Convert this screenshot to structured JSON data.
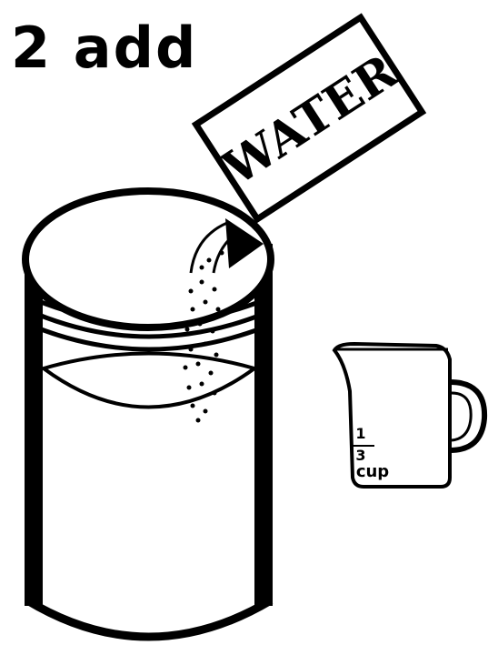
{
  "step_label": "2 add",
  "packet": {
    "label": "WATER"
  },
  "measuring_cup": {
    "fraction_numerator": "1",
    "fraction_denominator": "3",
    "unit": "cup"
  },
  "colors": {
    "ink": "#000000",
    "paper": "#ffffff"
  }
}
